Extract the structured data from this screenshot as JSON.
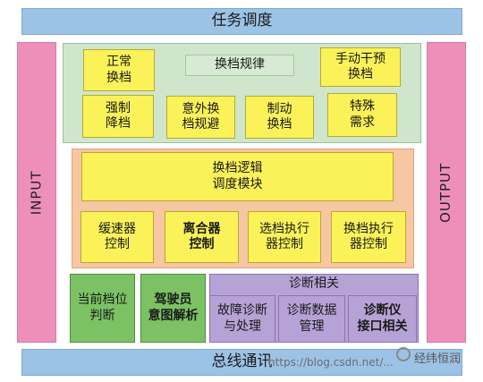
{
  "top_bar": "任务调度",
  "bottom_bar": "总线通讯",
  "left_side": "INPUT",
  "right_side": "OUTPUT",
  "shift_group": {
    "rule": "换档规律",
    "normal": "正常\n换档",
    "manual": "手动干预\n换档",
    "force": "强制\n降档",
    "accident": "意外换\n档规避",
    "brake": "制动\n换档",
    "special": "特殊\n需求"
  },
  "logic_group": {
    "main": "换档逻辑\n调度模块",
    "retarder": "缓速器\n控制",
    "clutch": "离合器\n控制",
    "selector": "选档执行\n器控制",
    "shifter": "换档执行\n器控制"
  },
  "bottom_group": {
    "gear_pos": "当前档位\n判断",
    "driver": "驾驶员\n意图解析",
    "diag_title": "诊断相关",
    "fault": "故障诊断\n与处理",
    "diag_data": "诊断数据\n管理",
    "diag_iface": "诊断仪\n接口相关"
  },
  "watermark": {
    "url": "https://blog.csdn.net/...",
    "brand": "经纬恒润"
  }
}
